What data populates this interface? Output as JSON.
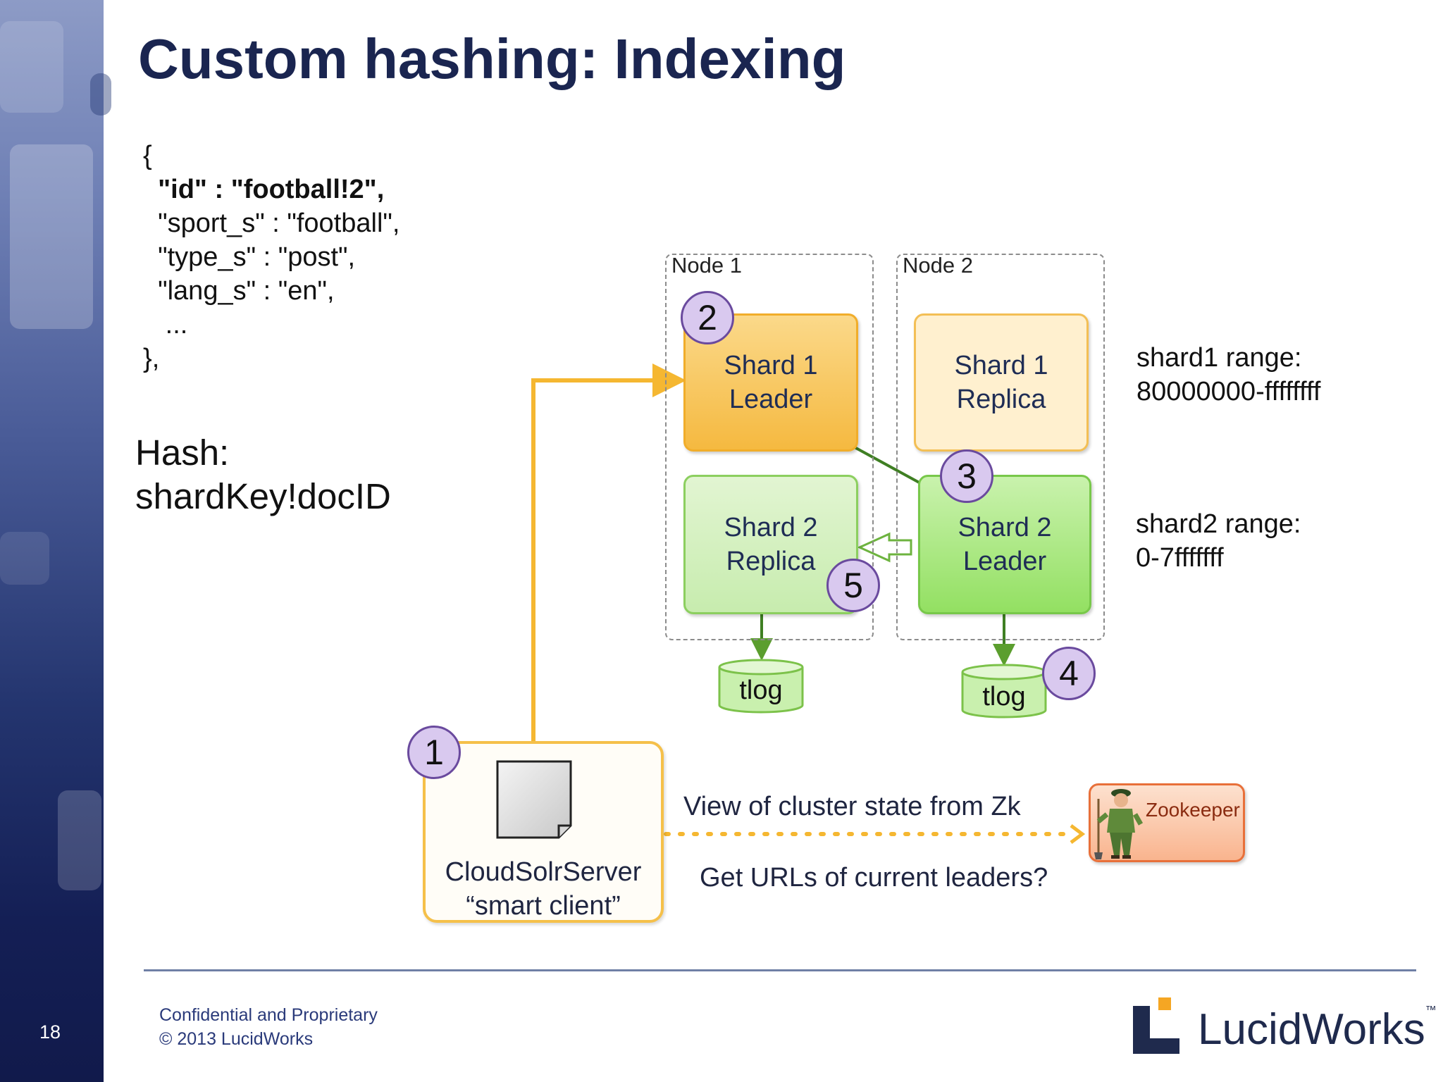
{
  "slide": {
    "title": "Custom hashing: Indexing",
    "number": "18"
  },
  "document": {
    "lines": [
      "{",
      "  \"id\" : \"football!2\",",
      "  \"sport_s\" : \"football\",",
      "  \"type_s\" : \"post\",",
      "  \"lang_s\" : \"en\",",
      "   ...",
      "},"
    ]
  },
  "hash": {
    "label": "Hash:",
    "value": "shardKey!docID"
  },
  "nodes": {
    "node1": "Node 1",
    "node2": "Node 2"
  },
  "shards": {
    "shard1_leader": {
      "line1": "Shard 1",
      "line2": "Leader"
    },
    "shard1_replica": {
      "line1": "Shard 1",
      "line2": "Replica"
    },
    "shard2_replica": {
      "line1": "Shard 2",
      "line2": "Replica"
    },
    "shard2_leader": {
      "line1": "Shard 2",
      "line2": "Leader"
    }
  },
  "ranges": {
    "shard1_label": "shard1 range:",
    "shard1_value": "80000000-ffffffff",
    "shard2_label": "shard2 range:",
    "shard2_value": "0-7fffffff"
  },
  "tlog": {
    "left": "tlog",
    "right": "tlog"
  },
  "steps": [
    "1",
    "2",
    "3",
    "4",
    "5"
  ],
  "client": {
    "line1": "CloudSolrServer",
    "line2": "“smart client”"
  },
  "captions": {
    "view": "View of cluster state from Zk",
    "urls": "Get URLs of current leaders?"
  },
  "zookeeper": {
    "label": "Zookeeper"
  },
  "footer": {
    "line1": "Confidential and Proprietary",
    "line2": "© 2013 LucidWorks"
  },
  "logo": {
    "text": "LucidWorks",
    "tm": "™"
  },
  "colors": {
    "title": "#1a2550",
    "orange": "#f5b731",
    "green_border": "#7cc24a",
    "badge_fill": "#d9c9ef",
    "badge_border": "#6a4a9e"
  }
}
